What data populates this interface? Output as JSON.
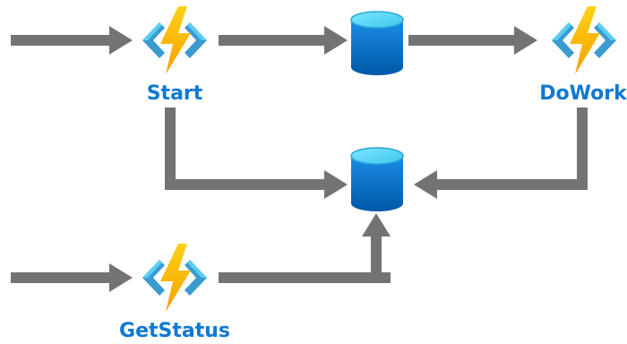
{
  "colors": {
    "arrow": "#737373",
    "label": "#0f78d4",
    "bolt_top": "#fcd116",
    "bolt_bottom": "#f7a700",
    "bracket": "#3999c6",
    "bracket_light": "#50c8f0",
    "db_body_top": "#1a8ce0",
    "db_body_bottom": "#0057a8",
    "db_top": "#50d8f7"
  },
  "nodes": {
    "start": {
      "label": "Start",
      "icon": "azure-function-icon"
    },
    "dowork": {
      "label": "DoWork",
      "icon": "azure-function-icon"
    },
    "getstatus": {
      "label": "GetStatus",
      "icon": "azure-function-icon"
    },
    "queue_store": {
      "icon": "storage-cylinder-icon"
    },
    "status_store": {
      "icon": "storage-cylinder-icon"
    }
  }
}
